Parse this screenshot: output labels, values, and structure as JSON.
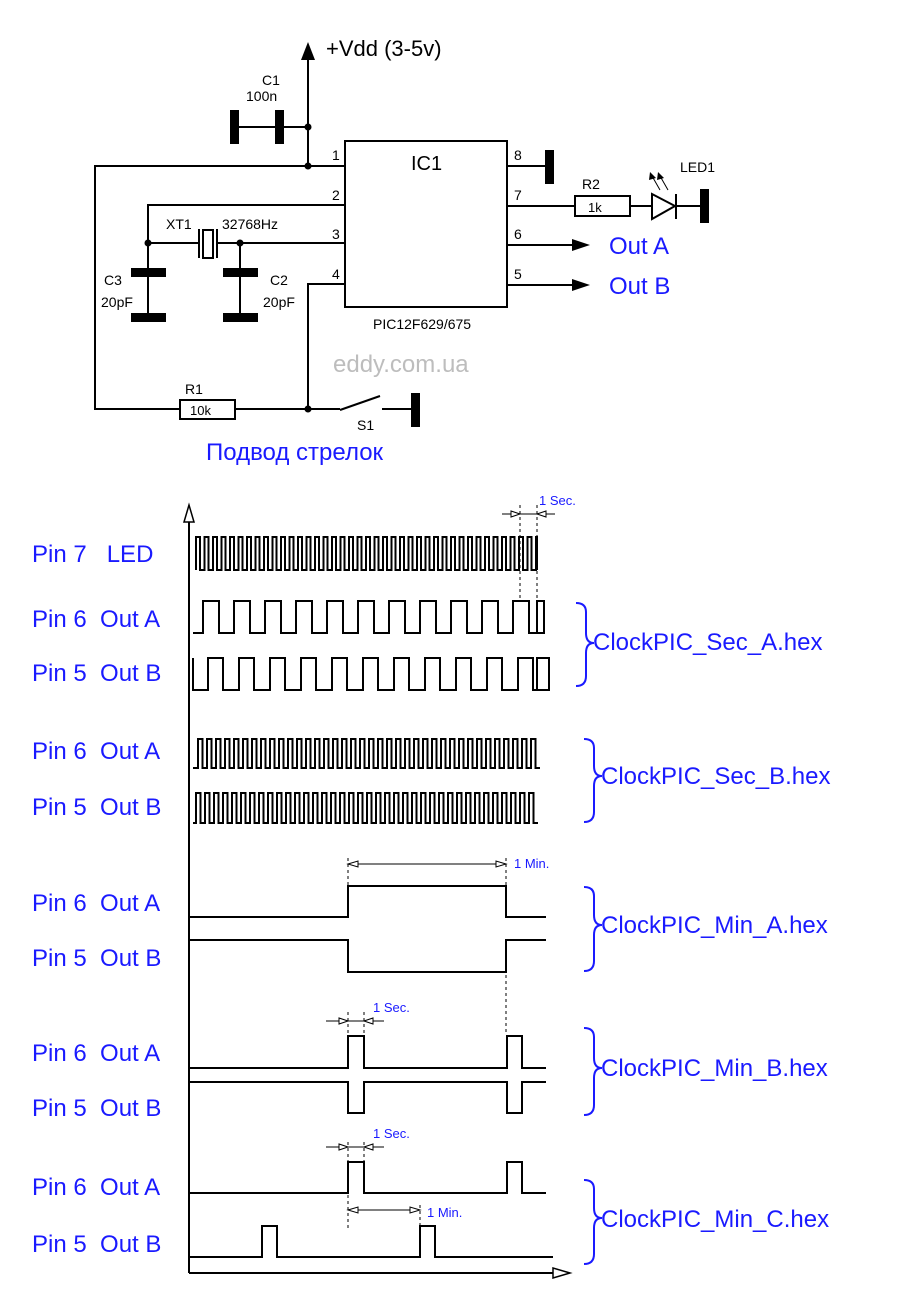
{
  "schematic": {
    "vdd_label": "+Vdd (3-5v)",
    "ic": {
      "name": "IC1",
      "part": "PIC12F629/675",
      "pins": [
        "1",
        "2",
        "3",
        "4",
        "5",
        "6",
        "7",
        "8"
      ]
    },
    "c1": {
      "ref": "C1",
      "value": "100n"
    },
    "c2": {
      "ref": "C2",
      "value": "20pF"
    },
    "c3": {
      "ref": "C3",
      "value": "20pF"
    },
    "xt1": {
      "ref": "XT1",
      "value": "32768Hz"
    },
    "r1": {
      "ref": "R1",
      "value": "10k"
    },
    "r2": {
      "ref": "R2",
      "value": "1k"
    },
    "led": {
      "ref": "LED1"
    },
    "s1": {
      "ref": "S1"
    },
    "out_a": "Out A",
    "out_b": "Out B",
    "watermark": "eddy.com.ua",
    "caption": "Подвод стрелок"
  },
  "timing": {
    "labels": {
      "led": "Pin 7   LED",
      "pin6": "Pin 6  Out A",
      "pin5": "Pin 5  Out B"
    },
    "notes": {
      "sec": "1 Sec.",
      "min": "1 Min."
    },
    "files": [
      "ClockPIC_Sec_A.hex",
      "ClockPIC_Sec_B.hex",
      "ClockPIC_Min_A.hex",
      "ClockPIC_Min_B.hex",
      "ClockPIC_Min_C.hex"
    ]
  }
}
